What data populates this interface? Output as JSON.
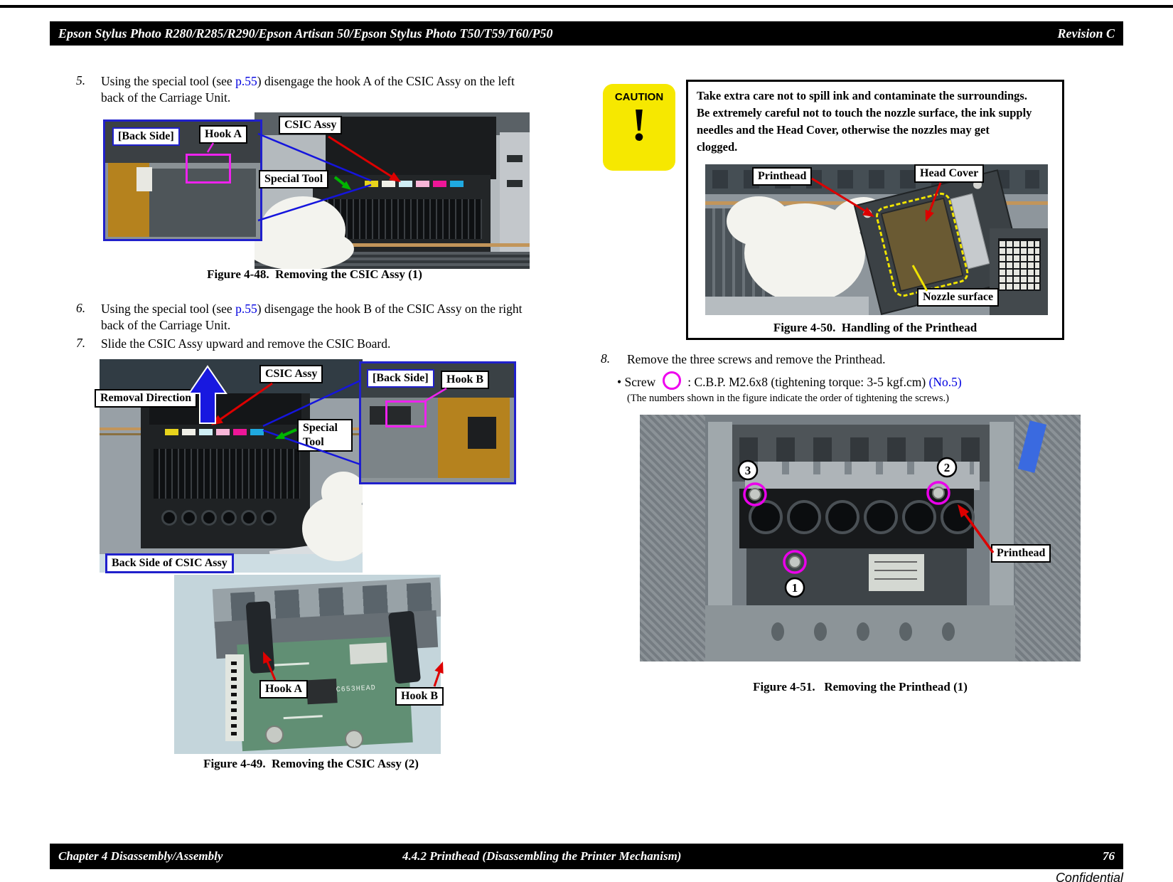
{
  "header": {
    "title": "Epson Stylus Photo R280/R285/R290/Epson Artisan 50/Epson Stylus Photo T50/T59/T60/P50",
    "revision": "Revision C"
  },
  "footer": {
    "chapter": "Chapter 4 Disassembly/Assembly",
    "section": "4.4.2 Printhead (Disassembling the Printer Mechanism)",
    "page_number": "76"
  },
  "page": {
    "confidential": "Confidential"
  },
  "steps": {
    "s5": {
      "num": "5.",
      "pre": "Using the special tool (see ",
      "link": "p.55",
      "post": ") disengage the hook A of the CSIC Assy on the left back of the Carriage Unit."
    },
    "s6": {
      "num": "6.",
      "pre": "Using the special tool (see ",
      "link": "p.55",
      "post": ") disengage the hook B of the CSIC Assy on the right back of the Carriage Unit."
    },
    "s7": {
      "num": "7.",
      "text": "Slide the CSIC Assy upward and remove the CSIC Board."
    },
    "s8": {
      "num": "8.",
      "text": "Remove the three screws and remove the Printhead."
    },
    "screw": {
      "label": "Screw",
      "spec": ": C.B.P. M2.6x8 (tightening torque: 3-5 kgf.cm)",
      "link": "(No.5)",
      "note": "(The numbers shown in the figure indicate the order of tightening the screws.)"
    }
  },
  "caution": {
    "badge": "CAUTION",
    "mark": "!",
    "lines": [
      "Take extra care not to spill ink and contaminate the surroundings.",
      "Be extremely careful not to touch the nozzle surface, the ink supply",
      "needles and the Head Cover, otherwise the nozzles may get",
      "clogged."
    ]
  },
  "fig48": {
    "caption": "Figure 4-48.  Removing the CSIC Assy (1)",
    "back_side": "[Back Side]",
    "hook_a": "Hook A",
    "csic_assy": "CSIC Assy",
    "special_tool": "Special Tool"
  },
  "fig49": {
    "caption": "Figure 4-49.  Removing the CSIC Assy (2)",
    "csic_assy": "CSIC Assy",
    "removal_direction": "Removal Direction",
    "back_side": "[Back Side]",
    "hook_b": "Hook B",
    "special_tool_line1": "Special",
    "special_tool_line2": "Tool",
    "back_side_of_csic": "Back Side of CSIC Assy",
    "hook_a": "Hook A",
    "hook_b2": "Hook B",
    "board_text": "C653HEAD"
  },
  "fig50": {
    "caption": "Figure 4-50.  Handling of the Printhead",
    "printhead": "Printhead",
    "head_cover": "Head Cover",
    "nozzle_surface": "Nozzle surface"
  },
  "fig51": {
    "caption": "Figure 4-51.   Removing the Printhead (1)",
    "printhead": "Printhead",
    "n1": "1",
    "n2": "2",
    "n3": "3"
  },
  "colors": {
    "caution_yellow": "#F6E800",
    "link_blue": "#0000E0",
    "label_border_blue": "#2020CC",
    "arrow_red": "#DD0000",
    "arrow_green": "#00B400",
    "arrow_blue": "#1515DD",
    "highlight_magenta": "#EE22EE",
    "nozzle_dash_yellow": "#F0E400"
  }
}
